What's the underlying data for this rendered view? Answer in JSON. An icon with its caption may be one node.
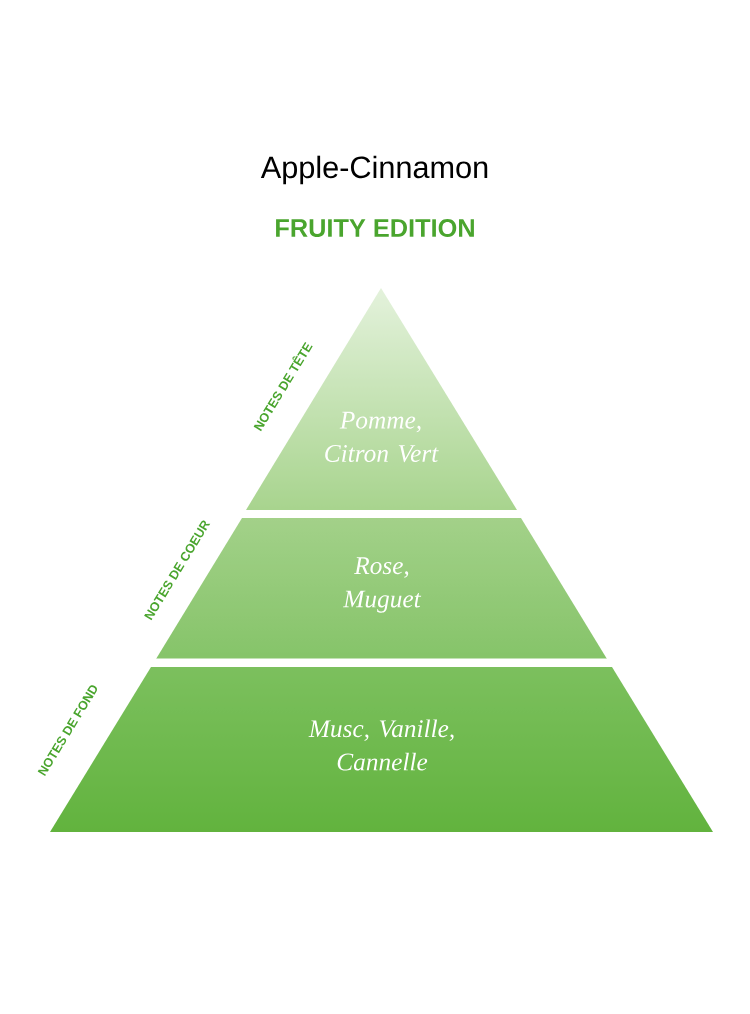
{
  "diagram": {
    "title": "Apple-Cinnamon",
    "nodes": [
      {
        "text": [
          "Pomme, Citron Vert"
        ],
        "beside": [
          "NOTES DE TÊTE"
        ]
      },
      {
        "text": [
          "Rose, Muguet"
        ],
        "beside": [
          "NOTES DE COEUR"
        ]
      },
      {
        "text": [
          "Musc, Vanille, Cannelle"
        ],
        "beside": [
          "NOTES DE FOND"
        ]
      }
    ],
    "labels": [
      "FRUITY EDITION"
    ]
  }
}
